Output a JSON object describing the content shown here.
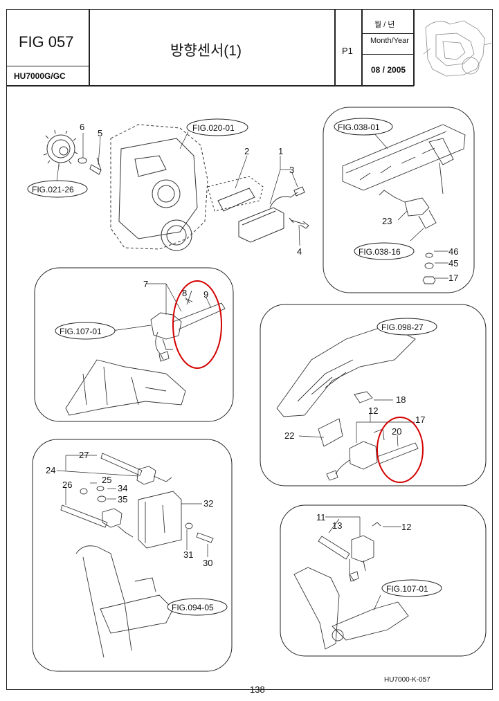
{
  "header": {
    "fig_number": "FIG 057",
    "model": "HU7000G/GC",
    "title": "방향센서(1)",
    "page": "P1",
    "month_year_kr": "월 / 년",
    "month_year_en": "Month/Year",
    "date": "08 / 2005"
  },
  "panels": {
    "top_left": {
      "figs": [
        "FIG.020-01",
        "FIG.021-26"
      ],
      "numbers": [
        "6",
        "5",
        "2",
        "1",
        "3",
        "4"
      ]
    },
    "top_right": {
      "figs": [
        "FIG.038-01",
        "FIG.038-16"
      ],
      "numbers": [
        "23",
        "46",
        "45",
        "17"
      ]
    },
    "mid_left": {
      "figs": [
        "FIG.107-01"
      ],
      "numbers": [
        "7",
        "8",
        "9"
      ]
    },
    "mid_right": {
      "figs": [
        "FIG.098-27"
      ],
      "numbers": [
        "18",
        "12",
        "17",
        "20",
        "22"
      ]
    },
    "bottom_left": {
      "figs": [
        "FIG.094-05"
      ],
      "numbers": [
        "27",
        "24",
        "25",
        "26",
        "34",
        "35",
        "32",
        "31",
        "30"
      ]
    },
    "bottom_right": {
      "figs": [
        "FIG.107-01"
      ],
      "numbers": [
        "11",
        "13",
        "12"
      ]
    }
  },
  "footer": {
    "page_number": "138",
    "doc_code": "HU7000-K-057"
  }
}
